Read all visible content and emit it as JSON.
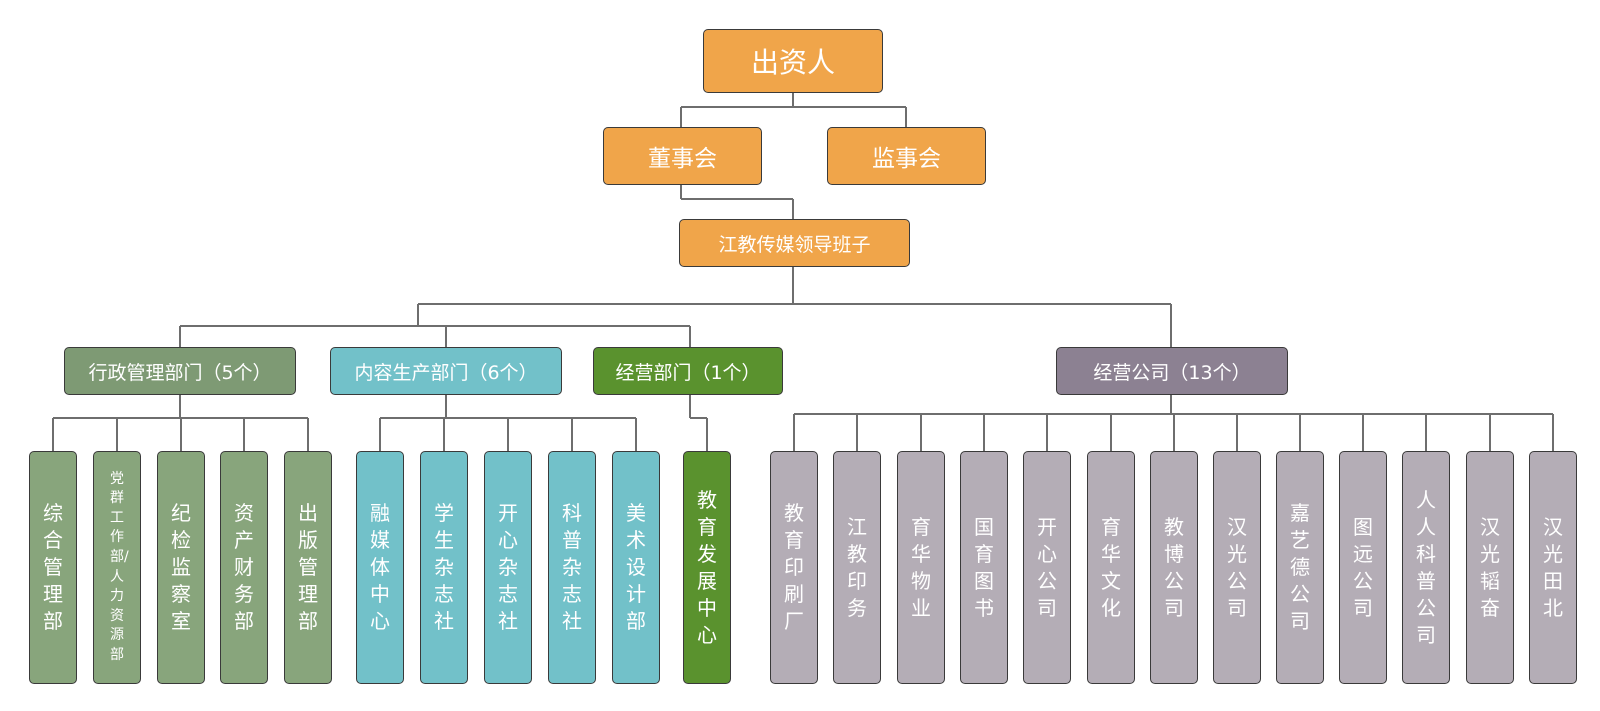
{
  "nodes": {
    "investor": "出资人",
    "board_directors": "董事会",
    "board_supervisors": "监事会",
    "leadership": "江教传媒领导班子",
    "admin": "行政管理部门（5个）",
    "content": "内容生产部门（6个）",
    "ops_dept": "经营部门（1个）",
    "companies": "经营公司（13个）"
  },
  "admin_units": [
    "综合管理部",
    "党群工作部/人力资源部",
    "纪检监察室",
    "资产财务部",
    "出版管理部"
  ],
  "content_units": [
    "融媒体中心",
    "学生杂志社",
    "开心杂志社",
    "科普杂志社",
    "美术设计部"
  ],
  "ops_units": [
    "教育发展中心"
  ],
  "company_units": [
    "教育印刷厂",
    "江教印务",
    "育华物业",
    "国育图书",
    "开心公司",
    "育华文化",
    "教博公司",
    "汉光公司",
    "嘉艺德公司",
    "图远公司",
    "人人科普公司",
    "汉光韬奋",
    "汉光田北"
  ],
  "colors": {
    "top": "#f0a54a",
    "admin": "#7e9a74",
    "content": "#72c1c9",
    "ops": "#5a922e",
    "companies": "#8c8192",
    "company_units": "#b4adb6",
    "line": "#6e6e6e"
  }
}
